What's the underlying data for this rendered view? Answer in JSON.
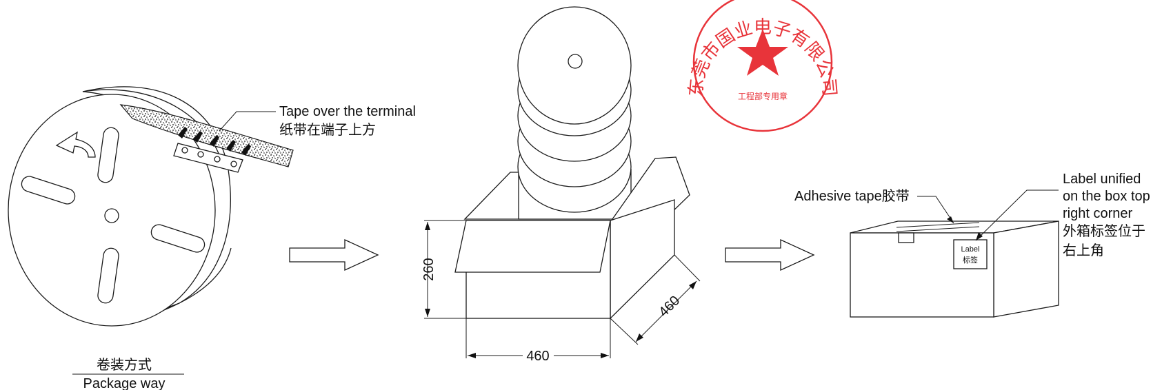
{
  "reel": {
    "tape_label_en": "Tape over the terminal",
    "tape_label_cn": "纸带在端子上方",
    "caption_cn": "卷装方式",
    "caption_en": "Package way"
  },
  "box_dims": {
    "height": "260",
    "width": "460",
    "depth": "460"
  },
  "sealed_box": {
    "adhesive_label": "Adhesive tape胶带",
    "label_note_line1": "Label unified",
    "label_note_line2": "on the box top",
    "label_note_line3": "right corner",
    "label_note_cn1": "外箱标签位于",
    "label_note_cn2": "右上角",
    "tag_en": "Label",
    "tag_cn": "标签"
  },
  "stamp": {
    "company_text": "东莞市国业电子有限公司",
    "dept_text": "工程部专用章",
    "color": "#e8343a"
  },
  "colors": {
    "line": "#1a1a1a",
    "stamp": "#e8343a"
  }
}
